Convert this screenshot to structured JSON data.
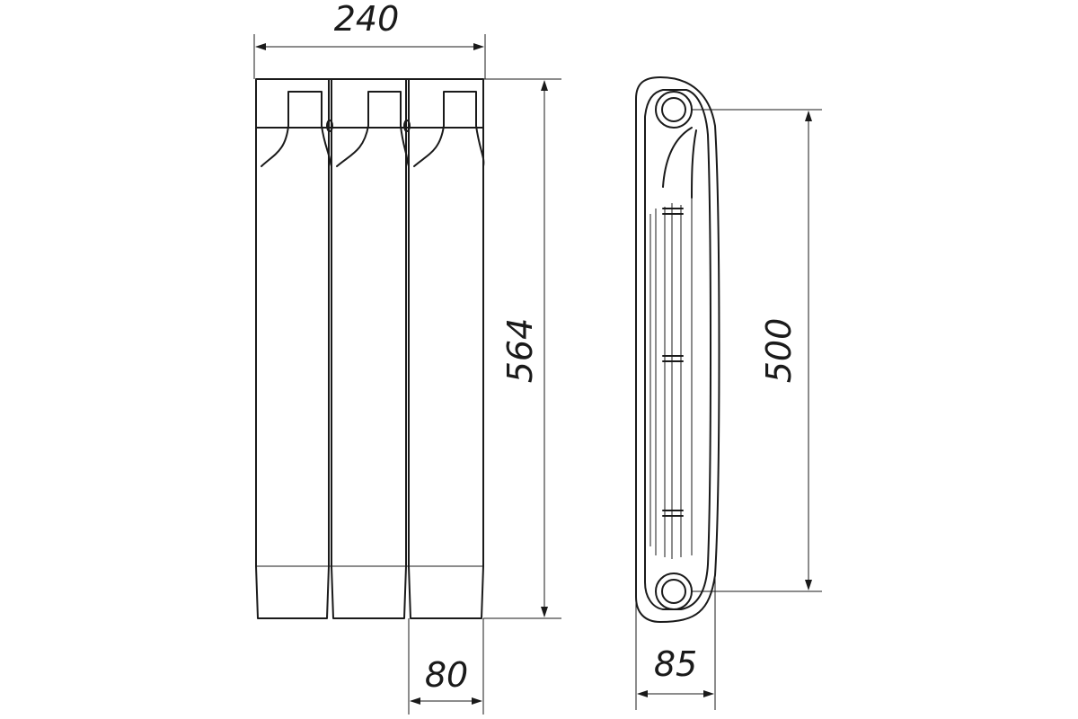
{
  "dimensions": {
    "total_width": "240",
    "height": "564",
    "section_width": "80",
    "depth": "85",
    "axis_distance": "500"
  }
}
